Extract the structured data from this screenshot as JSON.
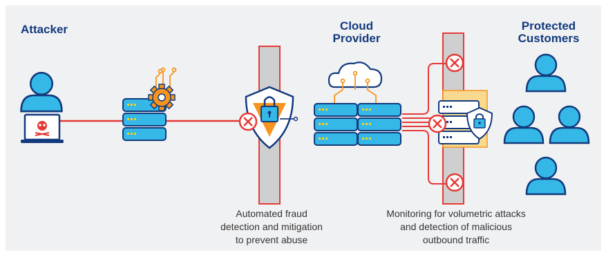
{
  "labels": {
    "attacker": "Attacker",
    "cloud_provider_line1": "Cloud",
    "cloud_provider_line2": "Provider",
    "protected_line1": "Protected",
    "protected_line2": "Customers"
  },
  "captions": {
    "fraud_line1": "Automated fraud",
    "fraud_line2": "detection and mitigation",
    "fraud_line3": "to prevent abuse",
    "monitor_line1": "Monitoring for volumetric attacks",
    "monitor_line2": "and detection of malicious",
    "monitor_line3": "outbound traffic"
  },
  "colors": {
    "navy": "#123a7c",
    "light_blue": "#35b8e8",
    "attack_red": "#e53935",
    "orange": "#f7941d",
    "wall_gray": "#cfcfcf",
    "panel_bg": "#f0f1f3"
  },
  "icons": [
    "user-icon",
    "skull-icon",
    "laptop-icon",
    "server-icon",
    "gear-icon",
    "circuit-icon",
    "shield-icon",
    "lock-icon",
    "cloud-icon",
    "blocked-icon",
    "firewall-icon"
  ]
}
